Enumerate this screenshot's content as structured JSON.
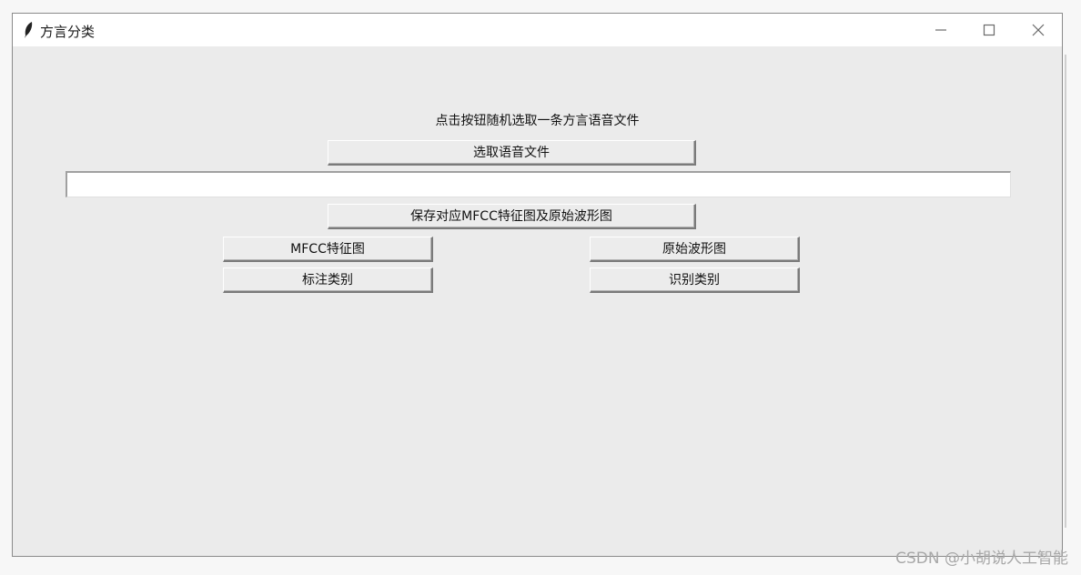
{
  "window": {
    "title": "方言分类",
    "app_icon": "feather-icon",
    "controls": [
      "minimize-icon",
      "maximize-icon",
      "close-icon"
    ]
  },
  "main": {
    "prompt": "点击按钮随机选取一条方言语音文件",
    "select_button": "选取语音文件",
    "file_path_value": "",
    "save_button": "保存对应MFCC特征图及原始波形图",
    "mfcc_button": "MFCC特征图",
    "waveform_button": "原始波形图",
    "label_button": "标注类别",
    "recognize_button": "识别类别"
  },
  "watermark": "CSDN @小胡说人工智能"
}
